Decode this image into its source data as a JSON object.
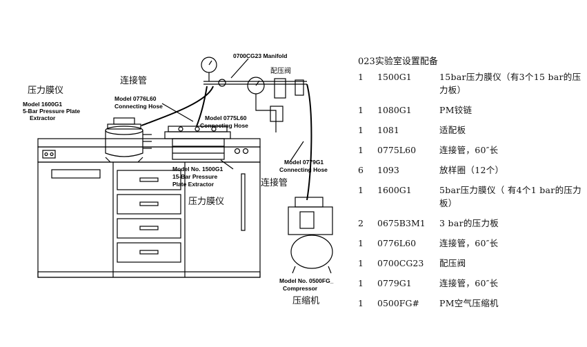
{
  "labels": {
    "manifold_model": "0700CG23 Manifold",
    "manifold_zh": "配压阀",
    "hose_zh_top": "连接管",
    "extractor_left_zh": "压力膜仪",
    "model_1600": "Model 1600G1",
    "extractor_5bar": "5-Bar Pressure Plate",
    "extractor_word": "Extractor",
    "model_0776": "Model 0776L60",
    "connecting_hose_1": "Connecting Hose",
    "model_0775": "Model 0775L60",
    "connecting_hose_2": "Connecting Hose",
    "model_0779": "Model 0779G1",
    "connecting_hose_3": "Connecting Hose",
    "model_1500": "Model No. 1500G1",
    "extractor_15bar": "15-Bar Pressure",
    "plate_extractor": "Plate Extractor",
    "hose_zh_right": "连接管",
    "extractor_mid_zh": "压力膜仪",
    "model_0500": "Model No. 0500FG_",
    "compressor_word": "Compressor",
    "compressor_zh": "压缩机"
  },
  "parts_title": "023实验室设置配备",
  "parts": [
    {
      "qty": "1",
      "part": "1500G1",
      "desc": "15bar压力膜仪（有3个15 bar的压力板）"
    },
    {
      "qty": "1",
      "part": "1080G1",
      "desc": "PM铰链"
    },
    {
      "qty": "1",
      "part": "1081",
      "desc": "适配板"
    },
    {
      "qty": "1",
      "part": "0775L60",
      "desc": "连接管，60″长"
    },
    {
      "qty": "6",
      "part": "1093",
      "desc": "放样圈（12个）"
    },
    {
      "qty": "1",
      "part": "1600G1",
      "desc": "5bar压力膜仪（ 有4个1 bar的压力板）"
    },
    {
      "qty": "2",
      "part": "0675B3M1",
      "desc": "3 bar的压力板"
    },
    {
      "qty": "1",
      "part": "0776L60",
      "desc": "连接管，60″长"
    },
    {
      "qty": "1",
      "part": "0700CG23",
      "desc": "配压阀"
    },
    {
      "qty": "1",
      "part": "0779G1",
      "desc": "连接管，60″长"
    },
    {
      "qty": "1",
      "part": "0500FG#",
      "desc": "PM空气压缩机"
    }
  ]
}
